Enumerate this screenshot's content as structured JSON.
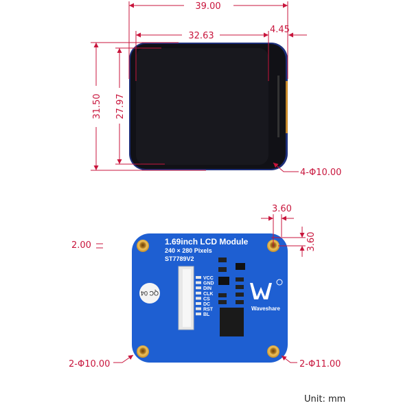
{
  "front_view": {
    "dimensions": {
      "overall_width": "39.00",
      "display_width": "32.63",
      "side_offset": "4.45",
      "overall_height": "31.50",
      "display_height": "27.97",
      "corner_radius": "4-Φ10.00"
    }
  },
  "back_view": {
    "board_text": {
      "title": "1.69inch LCD Module",
      "resolution": "240 × 280 Pixels",
      "driver": "ST7789V2"
    },
    "pins": [
      "VCC",
      "GND",
      "DIN",
      "CLK",
      "CS",
      "DC",
      "RST",
      "BL"
    ],
    "qc_label": "QC 04",
    "logo": "Waveshare",
    "dimensions": {
      "hole_offset_left": "2.00",
      "hole_offset_x": "3.60",
      "hole_offset_y": "3.60",
      "hole_diameter_left": "2-Φ10.00",
      "hole_diameter_right": "2-Φ11.00"
    }
  },
  "unit_label": "Unit: mm",
  "colors": {
    "dimension": "#c8153c",
    "pcb": "#1e5fd2",
    "screen": "#15151a",
    "bezel": "#1d2f7a"
  }
}
